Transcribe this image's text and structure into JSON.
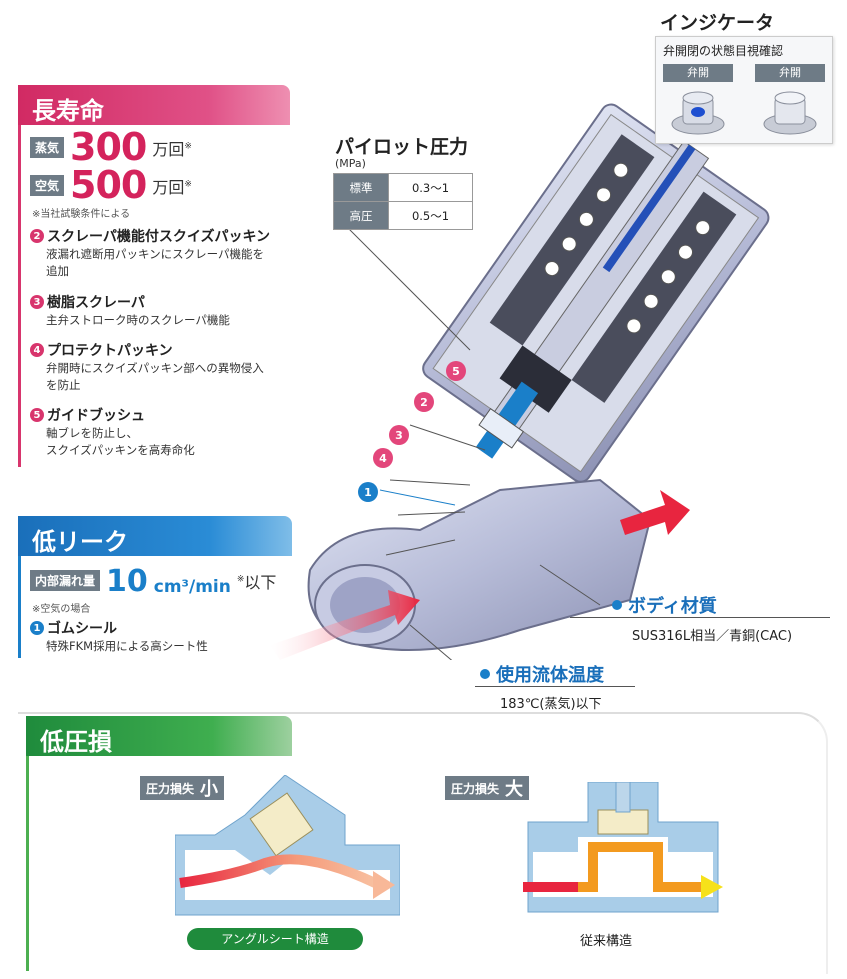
{
  "long_life": {
    "title": "長寿命",
    "stats": [
      {
        "tag": "蒸気",
        "value": "300",
        "unit": "万回",
        "mark": "※"
      },
      {
        "tag": "空気",
        "value": "500",
        "unit": "万回",
        "mark": "※"
      }
    ],
    "note": "※当社試験条件による",
    "features": [
      {
        "num": "2",
        "title": "スクレーパ機能付スクイズパッキン",
        "desc": [
          "液漏れ遮断用パッキンにスクレーパ機能を",
          "追加"
        ]
      },
      {
        "num": "3",
        "title": "樹脂スクレーパ",
        "desc": [
          "主弁ストローク時のスクレーパ機能"
        ]
      },
      {
        "num": "4",
        "title": "プロテクトパッキン",
        "desc": [
          "弁開時にスクイズパッキン部への異物侵入",
          "を防止"
        ]
      },
      {
        "num": "5",
        "title": "ガイドブッシュ",
        "desc": [
          "軸ブレを防止し、",
          "スクイズパッキンを高寿命化"
        ]
      }
    ]
  },
  "low_leak": {
    "title": "低リーク",
    "tag": "内部漏れ量",
    "value": "10",
    "unit": "cm³/min",
    "mark": "※",
    "suffix": "以下",
    "note": "※空気の場合",
    "feature": {
      "num": "1",
      "title": "ゴムシール",
      "desc": "特殊FKM採用による高シート性"
    }
  },
  "pilot": {
    "title": "パイロット圧力",
    "unit": "(MPa)",
    "rows": [
      {
        "key": "標準",
        "value": "0.3〜1"
      },
      {
        "key": "高圧",
        "value": "0.5〜1"
      }
    ]
  },
  "indicator": {
    "title": "インジケータ",
    "subtitle": "弁開閉の状態目視確認",
    "left_label": "弁開",
    "right_label": "弁開"
  },
  "body_material": {
    "title": "ボディ材質",
    "value": "SUS316L相当／青銅(CAC)"
  },
  "fluid_temp": {
    "title": "使用流体温度",
    "value": "183℃(蒸気)以下"
  },
  "markers": [
    "5",
    "2",
    "3",
    "4",
    "1"
  ],
  "low_loss": {
    "title": "低圧損",
    "left_tag": "圧力損失",
    "left_size": "小",
    "left_caption": "アングルシート構造",
    "right_tag": "圧力損失",
    "right_size": "大",
    "right_caption": "従来構造"
  },
  "colors": {
    "pink": "#d8356d",
    "blue": "#1a7fc9",
    "green": "#1f8b3c",
    "tag_gray": "#6e7b86"
  }
}
